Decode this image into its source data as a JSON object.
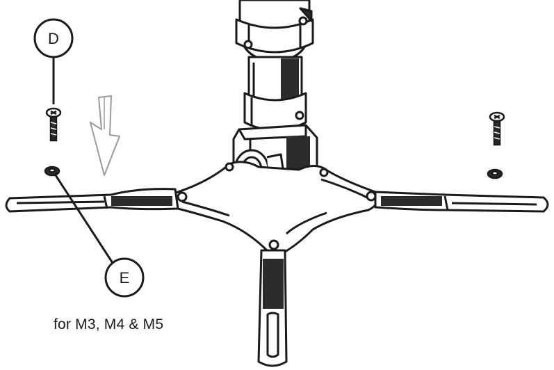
{
  "callouts": {
    "screw_label": "D",
    "washer_label": "E"
  },
  "caption": "for M3, M4 & M5",
  "colors": {
    "line": "#1a1a1a",
    "shade": "#2b2b2b",
    "arrow": "#9a9a9a",
    "background": "#ffffff"
  },
  "icons": {
    "direction_arrow": "down-arrow-outline-icon"
  }
}
